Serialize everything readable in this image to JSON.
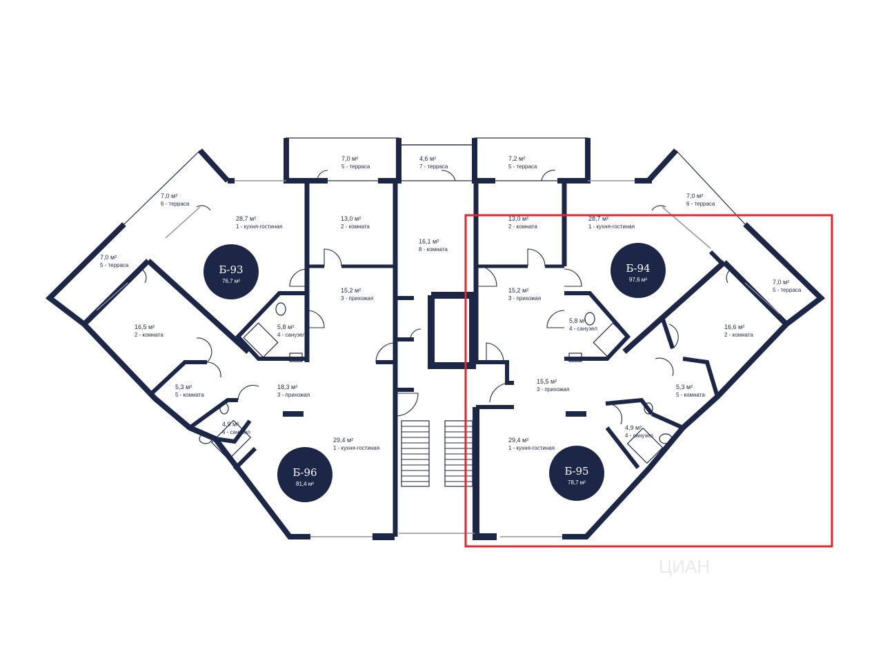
{
  "plan": {
    "colors": {
      "wall": "#1c2748",
      "highlight": "#e3262c",
      "badge": "#1c2748",
      "text": "#1c2748"
    },
    "apartments": [
      {
        "code": "Б-93",
        "area": "76,7 м²"
      },
      {
        "code": "Б-94",
        "area": "97,6 м²"
      },
      {
        "code": "Б-96",
        "area": "81,4 м²"
      },
      {
        "code": "Б-95",
        "area": "78,7 м²"
      }
    ],
    "rooms": [
      {
        "area": "7,0 м²",
        "name": "5 - терраса"
      },
      {
        "area": "4,6 м²",
        "name": "7 - терраса"
      },
      {
        "area": "7,2 м²",
        "name": "5 - терраса"
      },
      {
        "area": "7,0 м²",
        "name": "6 - терраса"
      },
      {
        "area": "28,7 м²",
        "name": "1 - кухня-гостиная"
      },
      {
        "area": "13,0 м²",
        "name": "2 - комната"
      },
      {
        "area": "16,1 м²",
        "name": "8 - комната"
      },
      {
        "area": "13,0 м²",
        "name": "2 - комната"
      },
      {
        "area": "28,7 м²",
        "name": "1 - кухня-гостиная"
      },
      {
        "area": "7,0 м²",
        "name": "6 - терраса"
      },
      {
        "area": "7,0 м²",
        "name": "5 - терраса"
      },
      {
        "area": "15,2 м²",
        "name": "3 - прихожая"
      },
      {
        "area": "15,2 м²",
        "name": "3 - прихожая"
      },
      {
        "area": "7,0 м²",
        "name": "5 - терраса"
      },
      {
        "area": "16,5 м²",
        "name": "2 - комната"
      },
      {
        "area": "5,8 м²",
        "name": "4 - санузел"
      },
      {
        "area": "5,8 м²",
        "name": "4 - санузел"
      },
      {
        "area": "16,6 м²",
        "name": "2 - комната"
      },
      {
        "area": "18,3 м²",
        "name": "3 - прихожая"
      },
      {
        "area": "15,5 м²",
        "name": "3 - прихожая"
      },
      {
        "area": "5,3 м²",
        "name": "5 - комната"
      },
      {
        "area": "5,3 м²",
        "name": "5 - комната"
      },
      {
        "area": "4,9 м²",
        "name": "4 - санузел"
      },
      {
        "area": "4,9 м²",
        "name": "4 - санузел"
      },
      {
        "area": "29,4 м²",
        "name": "1 - кухня-гостиная"
      },
      {
        "area": "29,4 м²",
        "name": "1 - кухня-гостиная"
      }
    ],
    "watermark": "ЦИАН"
  }
}
